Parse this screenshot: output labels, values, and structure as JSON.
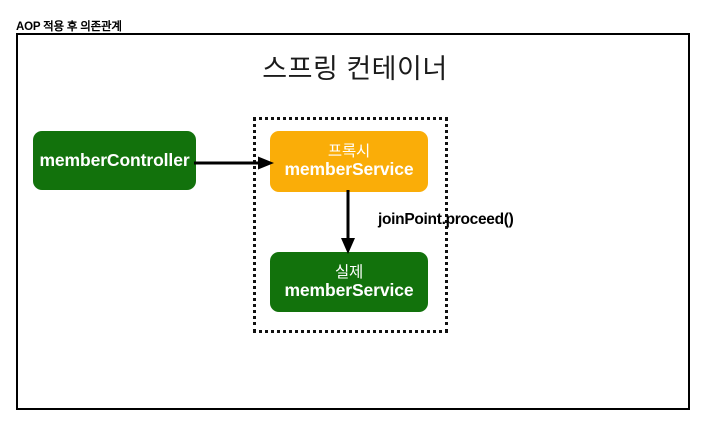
{
  "slide": {
    "title": "AOP 적용 후 의존관계"
  },
  "diagram": {
    "container_heading": "스프링 컨테이너",
    "nodes": [
      {
        "id": "member-controller",
        "label_main": "memberController",
        "label_sub": "",
        "color": "#12720c",
        "text_color": "#ffffff"
      },
      {
        "id": "proxy-member-service",
        "label_sub": "프록시",
        "label_main": "memberService",
        "color": "#faad08",
        "text_color": "#ffffff"
      },
      {
        "id": "real-member-service",
        "label_sub": "실제",
        "label_main": "memberService",
        "color": "#12720c",
        "text_color": "#ffffff"
      }
    ],
    "edges": [
      {
        "id": "controller-to-proxy",
        "from": "member-controller",
        "to": "proxy-member-service",
        "label": "",
        "direction": "right"
      },
      {
        "id": "proxy-to-real",
        "from": "proxy-member-service",
        "to": "real-member-service",
        "label": "joinPoint.proceed()",
        "direction": "down"
      }
    ],
    "group": {
      "id": "proxy-group",
      "style": "dotted",
      "label": ""
    },
    "colors": {
      "green": "#12720c",
      "orange": "#faad08",
      "stroke": "#000000",
      "background": "#ffffff"
    }
  }
}
